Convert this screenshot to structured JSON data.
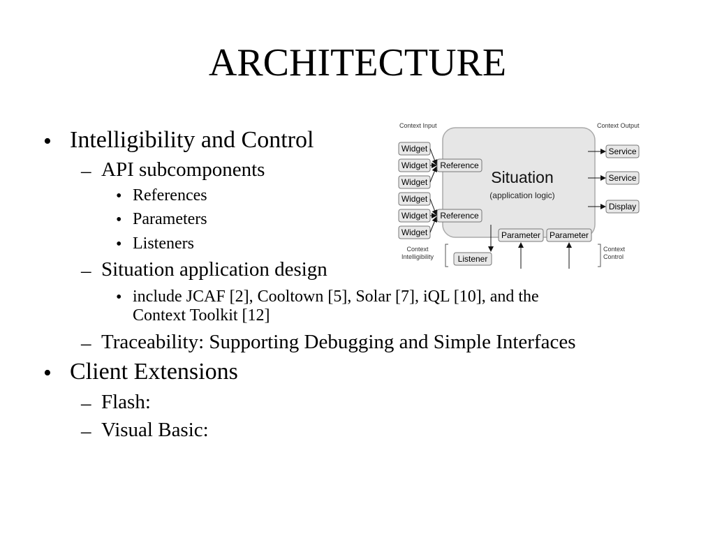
{
  "slide": {
    "title": "ARCHITECTURE"
  },
  "bullets": {
    "intelligibility": "Intelligibility and Control",
    "api": "API subcomponents",
    "references": "References",
    "parameters": "Parameters",
    "listeners": "Listeners",
    "situation_design": "Situation application design",
    "include_line1": "include JCAF [2], Cooltown [5], Solar [7], iQL [10], and the",
    "include_line2": "Context Toolkit [12]",
    "traceability": "Traceability: Supporting Debugging and Simple Interfaces",
    "client_extensions": "Client Extensions",
    "flash": "Flash:",
    "visual_basic": "Visual Basic:"
  },
  "markers": {
    "level1": "•",
    "level2": "–",
    "level3": "•"
  },
  "diagram": {
    "context_input": "Context Input",
    "context_output": "Context Output",
    "widget": "Widget",
    "reference": "Reference",
    "situation": "Situation",
    "application_logic": "(application logic)",
    "service": "Service",
    "display": "Display",
    "parameter": "Parameter",
    "listener": "Listener",
    "context_intelligibility_1": "Context",
    "context_intelligibility_2": "Intelligibility",
    "context_control_1": "Context",
    "context_control_2": "Control"
  }
}
